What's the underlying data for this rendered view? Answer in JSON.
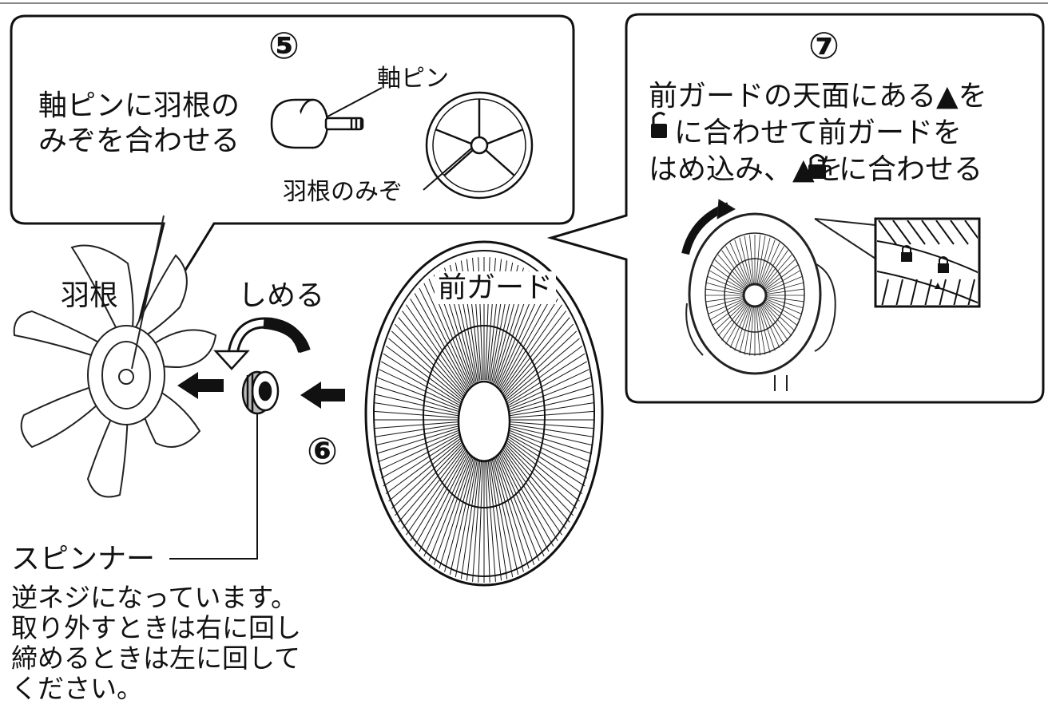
{
  "steps": {
    "five": "⑤",
    "six": "⑥",
    "seven": "⑦"
  },
  "step5": {
    "instruction_line1": "軸ピンに羽根の",
    "instruction_line2": "みぞを合わせる",
    "shaft_pin_label": "軸ピン",
    "blade_groove_label": "羽根のみぞ"
  },
  "step7": {
    "line1": "前ガードの天面にある▲を",
    "line2": "に合わせて前ガードを",
    "line3a": "はめ込み、▲を",
    "line3b": "に合わせる",
    "icons": [
      "unlock-icon",
      "lock-icon"
    ]
  },
  "labels": {
    "blade": "羽根",
    "tighten": "しめる",
    "front_guard": "前ガード",
    "spinner": "スピンナー"
  },
  "spinner_note": [
    "逆ネジになっています。",
    "取り外すときは右に回し",
    "締めるときは左に回して",
    "ください。"
  ]
}
